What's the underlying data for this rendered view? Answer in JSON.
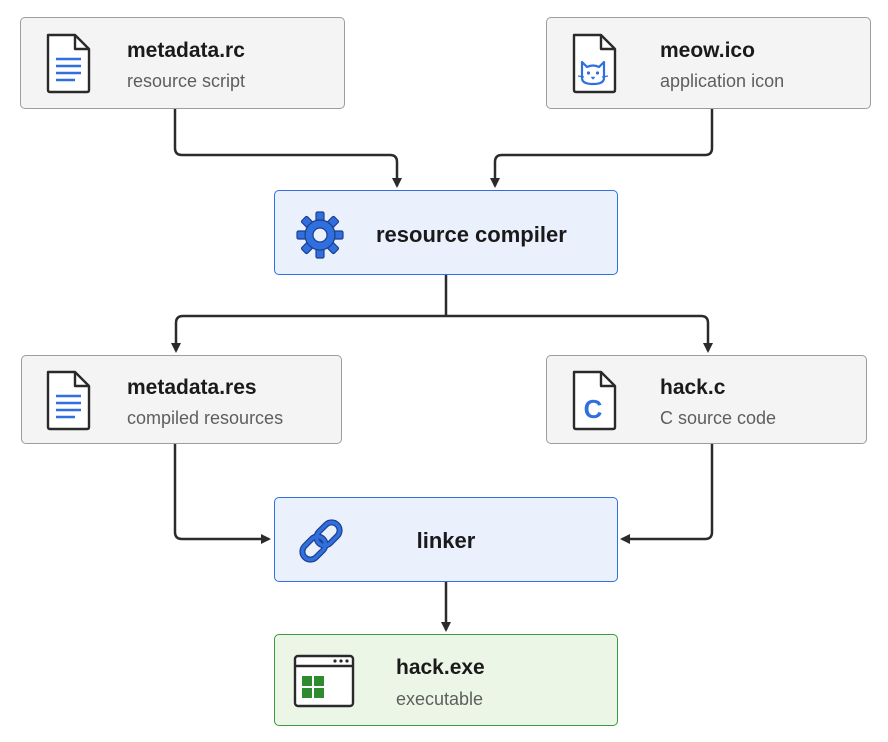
{
  "nodes": {
    "metadata_rc": {
      "title": "metadata.rc",
      "subtitle": "resource script",
      "icon": "document-icon"
    },
    "meow_ico": {
      "title": "meow.ico",
      "subtitle": "application icon",
      "icon": "cat-icon"
    },
    "resource_compiler": {
      "title": "resource compiler",
      "icon": "gear-icon"
    },
    "metadata_res": {
      "title": "metadata.res",
      "subtitle": "compiled resources",
      "icon": "document-icon"
    },
    "hack_c": {
      "title": "hack.c",
      "subtitle": "C source code",
      "icon": "c-file-icon",
      "icon_letter": "C"
    },
    "linker": {
      "title": "linker",
      "icon": "link-icon"
    },
    "hack_exe": {
      "title": "hack.exe",
      "subtitle": "executable",
      "icon": "window-icon"
    }
  },
  "edges": [
    {
      "from": "metadata.rc",
      "to": "resource compiler"
    },
    {
      "from": "meow.ico",
      "to": "resource compiler"
    },
    {
      "from": "resource compiler",
      "to": "metadata.res"
    },
    {
      "from": "resource compiler",
      "to": "hack.c"
    },
    {
      "from": "metadata.res",
      "to": "linker"
    },
    {
      "from": "hack.c",
      "to": "linker"
    },
    {
      "from": "linker",
      "to": "hack.exe"
    }
  ],
  "colors": {
    "file_fill": "#f4f4f4",
    "file_border": "#9d9d9d",
    "process_fill": "#eaf1fd",
    "process_border": "#2f6fe0",
    "output_fill": "#ebf6e7",
    "output_border": "#3c9a3c",
    "arrow": "#2b2b2b",
    "icon_blue": "#2f6fe0",
    "icon_green": "#2e8b2e"
  }
}
